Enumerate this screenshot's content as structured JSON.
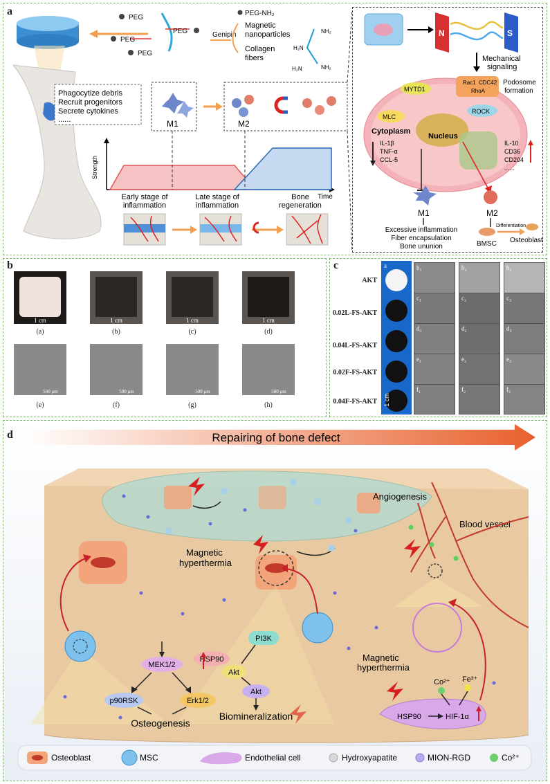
{
  "panel_a": {
    "label": "a",
    "chem": {
      "peg": "PEG",
      "peg_nh2": "PEG-NH₂",
      "genipin": "Genipin",
      "magnetic": "Magnetic",
      "nanoparticles": "nanoparticles",
      "collagen": "Collagen",
      "fibers": "fibers",
      "nh2": "NH₂",
      "h2n": "H₂N"
    },
    "functions": [
      "Phagocytize debris",
      "Recruit progenitors",
      "Secrete cytokines",
      "......"
    ],
    "m1": "M1",
    "m2": "M2",
    "graph": {
      "ylabel": "Strength",
      "xlabel": "Time",
      "stages": [
        "Early stage of",
        "inflammation",
        "Late stage of",
        "inflammation",
        "Bone",
        "regeneration"
      ]
    },
    "mech": {
      "n": "N",
      "s": "S",
      "signal1": "Mechanical",
      "signal2": "signaling",
      "rac1": "Rac1",
      "cdc42": "CDC42",
      "rhoa": "RhoA",
      "podo1": "Podosome",
      "podo2": "formation",
      "mytd1": "MYTD1",
      "rock": "ROCK",
      "mlc": "MLC",
      "cytoplasm": "Cytoplasm",
      "nucleus": "Nucleus",
      "il1b": "IL-1β",
      "tnfa": "TNF-α",
      "ccl5": "CCL-5",
      "il10": "IL-10",
      "cd36": "CD36",
      "cd204": "CD204",
      "dots": "......",
      "m1": "M1",
      "m2": "M2",
      "out1": "Excessive inflammation",
      "out2": "Fiber encapsulation",
      "out3": "Bone ununion",
      "bmsc": "BMSC",
      "diff": "Differentiation",
      "osteoblast": "Osteoblast"
    }
  },
  "panel_b": {
    "label": "b",
    "scale": "1 cm",
    "scale_sem": "500 μm",
    "captions_top": [
      "(a)",
      "(b)",
      "(c)",
      "(d)"
    ],
    "captions_bottom": [
      "(e)",
      "(f)",
      "(g)",
      "(h)"
    ]
  },
  "panel_c": {
    "label": "c",
    "rows": [
      "AKT",
      "0.02L-FS-AKT",
      "0.04L-FS-AKT",
      "0.02F-FS-AKT",
      "0.04F-FS-AKT"
    ],
    "strip_label": "a",
    "scale": "1 cm",
    "tiles": [
      [
        "b₁",
        "b₂",
        "b₃"
      ],
      [
        "c₁",
        "c₂",
        "c₃"
      ],
      [
        "d₁",
        "d₂",
        "d₃"
      ],
      [
        "e₁",
        "e₂",
        "e₃"
      ],
      [
        "f₁",
        "f₂",
        "f₃"
      ]
    ]
  },
  "panel_d": {
    "label": "d",
    "banner": "Repairing of bone defect",
    "angiogenesis": "Angiogenesis",
    "blood_vessel": "Blood vessel",
    "mh1a": "Magnetic",
    "mh1b": "hyperthermia",
    "mh2a": "Magnetic",
    "mh2b": "hyperthermia",
    "mek": "MEK1/2",
    "p90": "p90RSK",
    "erk": "Erk1/2",
    "osteogenesis": "Osteogenesis",
    "pi3k": "PI3K",
    "hsp90": "HSP90",
    "akt": "Akt",
    "akt2": "Akt",
    "biomin": "Biomineralization",
    "co": "Co²⁺",
    "fe": "Fe³⁺",
    "hsp90b": "HSP90",
    "hif": "HIF-1α",
    "legend": [
      "Osteoblast",
      "MSC",
      "Endothelial cell",
      "Hydroxyapatite",
      "MION-RGD",
      "Co²⁺"
    ]
  },
  "colors": {
    "panel_border": "#7db56b",
    "tissue": "#e8c9a2",
    "orange_arrow": "#e8602c",
    "red_arrow": "#c8202a",
    "m1_blue": "#5b7cc9",
    "m2_red": "#e26c5a"
  }
}
